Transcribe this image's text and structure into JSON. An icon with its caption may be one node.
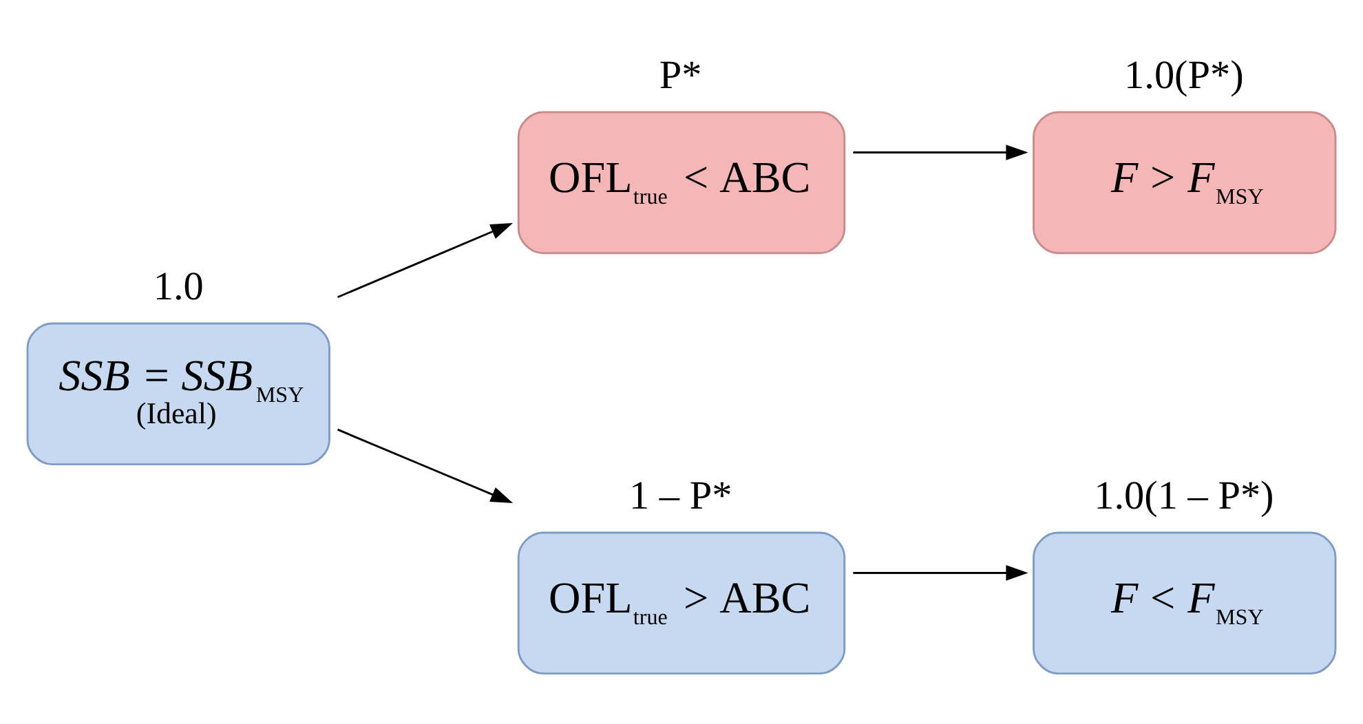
{
  "diagram": {
    "nodes": [
      {
        "text": [
          "*SSB* = *SSB*$_{MSY}$",
          "(Ideal)"
        ],
        "beside": [
          "1.0"
        ]
      },
      {
        "text": [
          "OFL$_{true}$ < ABC"
        ],
        "beside": [
          "P*"
        ]
      },
      {
        "text": [
          "*F* > *F*$_{MSY}$"
        ],
        "beside": [
          "1.0(P*)"
        ]
      },
      {
        "text": [
          "OFL$_{true}$ > ABC"
        ],
        "beside": [
          "1 – P*"
        ]
      },
      {
        "text": [
          "*F* < *F*$_{MSY}$"
        ],
        "beside": [
          "1.0(1 – P*)"
        ]
      }
    ],
    "edges": [
      {
        "from": 0,
        "to": 1,
        "arrow": "to"
      },
      {
        "from": 1,
        "to": 2,
        "arrow": "to"
      },
      {
        "from": 0,
        "to": 3,
        "arrow": "to"
      },
      {
        "from": 3,
        "to": 4,
        "arrow": "to"
      }
    ]
  }
}
